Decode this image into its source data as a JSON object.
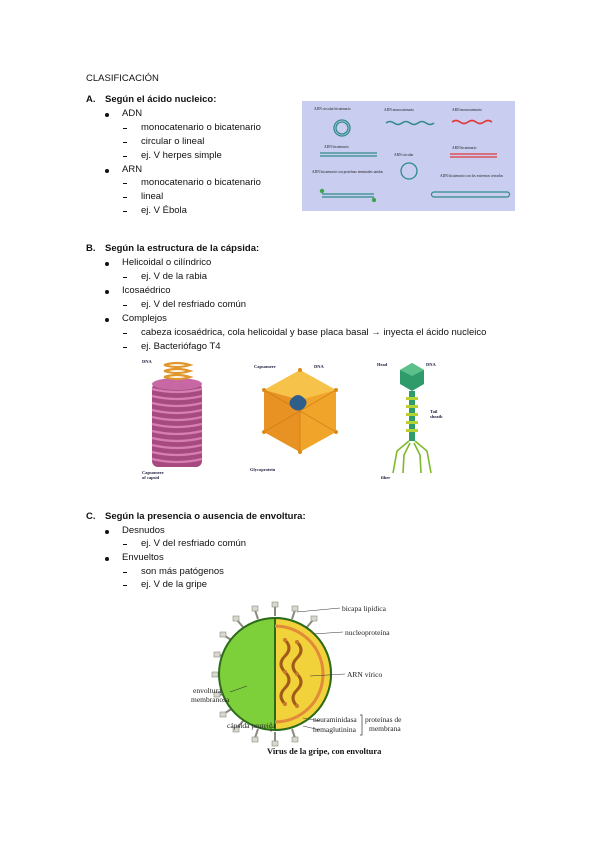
{
  "heading": "CLASIFICACIÓN",
  "sectionA": {
    "letter": "A.",
    "title": "Según el ácido nucleico:",
    "groups": [
      {
        "label": "ADN",
        "items": [
          "monocatenario o bicatenario",
          "circular o lineal",
          "ej. V herpes simple"
        ]
      },
      {
        "label": "ARN",
        "items": [
          "monocatenario o bicatenario",
          "lineal",
          "ej. V Ébola"
        ]
      }
    ],
    "figure": {
      "labels": [
        "ADN circular bicatenario",
        "ADN monocatenario",
        "ARN monocatenario",
        "ADN bicatenario",
        "ARN circular",
        "ARN bicatenario",
        "ADN bicatenario con proteínas terminales unidas",
        "ADN bicatenario con los extremos cerrados"
      ],
      "colors": {
        "background": "#c9cdf0",
        "teal": "#2f8a8a",
        "red": "#e23a3a",
        "green": "#3aa54a"
      }
    }
  },
  "sectionB": {
    "letter": "B.",
    "title": "Según la estructura de la cápsida:",
    "groups": [
      {
        "label": "Helicoidal o cilíndrico",
        "items": [
          "ej. V de la rabia"
        ]
      },
      {
        "label": "Icosaédrico",
        "items": [
          "ej. V del resfriado común"
        ]
      },
      {
        "label": "Complejos",
        "items": [
          "cabeza icosaédrica, cola helicoidal y base placa basal → inyecta el ácido nucleico",
          "ej. Bacteriófago T4"
        ]
      }
    ],
    "figure": {
      "helical": {
        "dna": "DNA",
        "capsomere": "Capsomere",
        "capsid": "of capsid"
      },
      "icosa": {
        "capsomere": "Capsomere",
        "dna": "DNA",
        "glyco": "Glycoprotein"
      },
      "phage": {
        "head": "Head",
        "dna": "DNA",
        "tail1": "Tail",
        "tail2": "sheath",
        "fiber": "fiber"
      }
    }
  },
  "sectionC": {
    "letter": "C.",
    "title": "Según la presencia o ausencia de envoltura:",
    "groups": [
      {
        "label": "Desnudos",
        "items": [
          "ej. V del resfriado común"
        ]
      },
      {
        "label": "Envueltos",
        "items": [
          "son más patógenos",
          "ej. V de la gripe"
        ]
      }
    ],
    "figure": {
      "bicapa": "bicapa lipídica",
      "nucleo": "nucleoproteína",
      "arn": "ARN vírico",
      "env1": "envoltura",
      "env2": "membranosa",
      "capsida": "cápsida proteica",
      "neura": "neuraminidasa",
      "hema": "hemaglutinina",
      "prot1": "proteínas de",
      "prot2": "membrana",
      "caption": "Virus de la gripe, con envoltura"
    }
  }
}
